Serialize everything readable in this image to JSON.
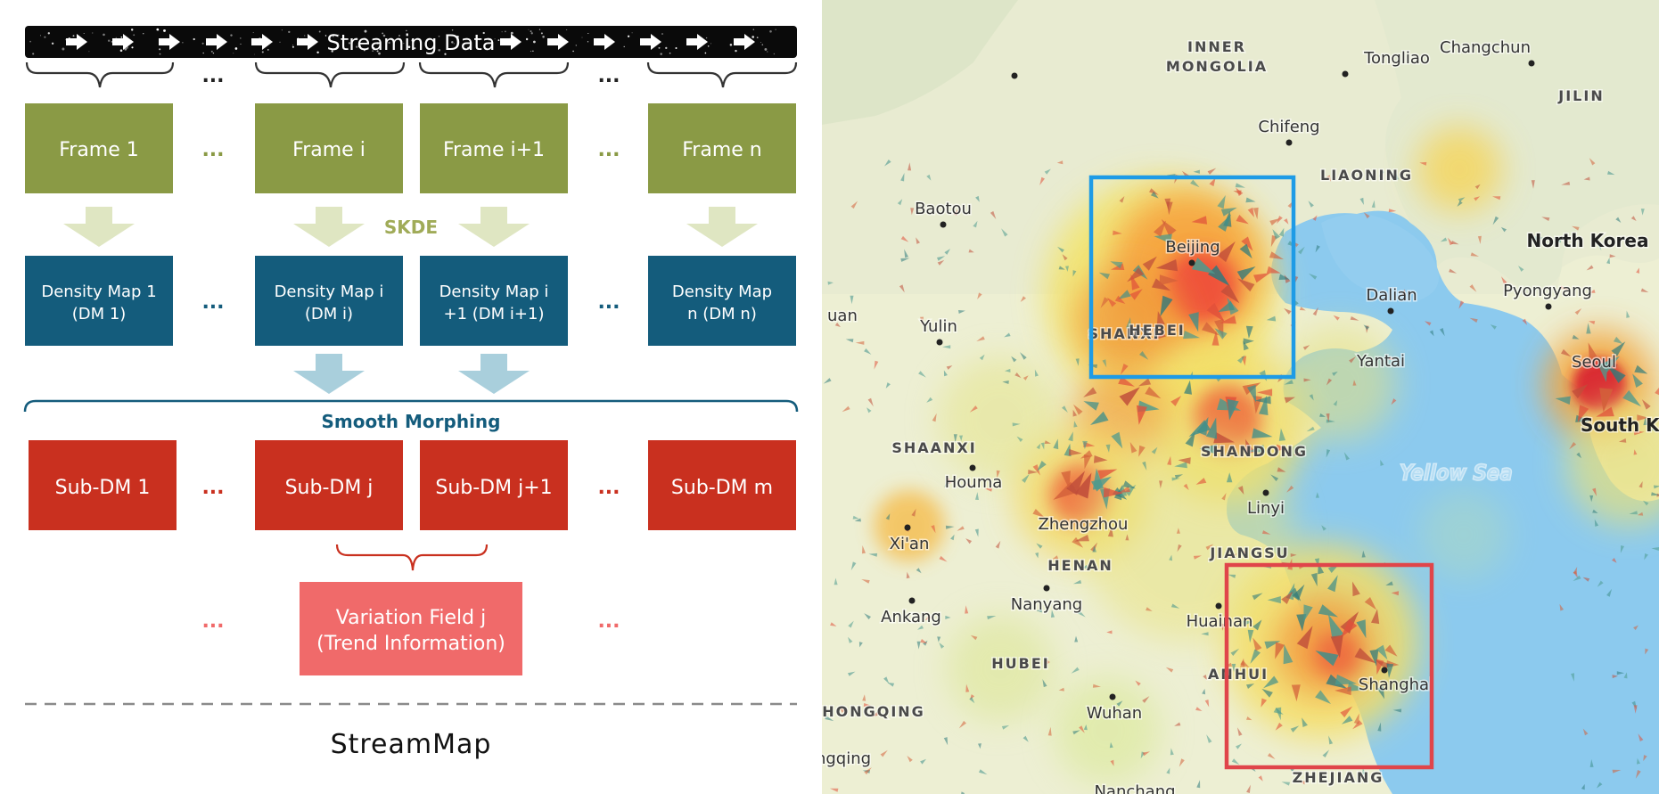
{
  "diagram": {
    "stream_label": "Streaming Data",
    "ellipsis": "...",
    "frames": [
      "Frame 1",
      "Frame i",
      "Frame i+1",
      "Frame n"
    ],
    "skde_label": "SKDE",
    "density_maps": [
      [
        "Density Map 1",
        "(DM 1)"
      ],
      [
        "Density Map i",
        "(DM i)"
      ],
      [
        "Density Map i",
        "+1 (DM i+1)"
      ],
      [
        "Density Map",
        "n (DM n)"
      ]
    ],
    "morph_label": "Smooth Morphing",
    "sub_dms": [
      "Sub-DM 1",
      "Sub-DM j",
      "Sub-DM j+1",
      "Sub-DM m"
    ],
    "variation_field": [
      "Variation Field j",
      "(Trend Information)"
    ],
    "footer_title": "StreamMap",
    "colors": {
      "frame": "#8a9a45",
      "density": "#145c7c",
      "sub_dm": "#c9301f",
      "variation": "#f06a6a",
      "skde_arrow": "#dfe6c2",
      "morph_arrow": "#a9cfdc",
      "bracket": "#333333"
    }
  },
  "map": {
    "labels": [
      {
        "text": "INNER",
        "kind": "region"
      },
      {
        "text": "MONGOLIA",
        "kind": "region"
      },
      {
        "text": "Tongliao",
        "kind": "city"
      },
      {
        "text": "Changchun",
        "kind": "city"
      },
      {
        "text": "JILIN",
        "kind": "region"
      },
      {
        "text": "Chifeng",
        "kind": "city"
      },
      {
        "text": "LIAONING",
        "kind": "region"
      },
      {
        "text": "Baotou",
        "kind": "city"
      },
      {
        "text": "Beijing",
        "kind": "city"
      },
      {
        "text": "North Korea",
        "kind": "country"
      },
      {
        "text": "Dalian",
        "kind": "city"
      },
      {
        "text": "Pyongyang",
        "kind": "city"
      },
      {
        "text": "Yulin",
        "kind": "city"
      },
      {
        "text": "SHANXI",
        "kind": "region"
      },
      {
        "text": "HEBEI",
        "kind": "region"
      },
      {
        "text": "Yantai",
        "kind": "city"
      },
      {
        "text": "Seoul",
        "kind": "city"
      },
      {
        "text": "South Ko",
        "kind": "country"
      },
      {
        "text": "SHAANXI",
        "kind": "region"
      },
      {
        "text": "SHANDONG",
        "kind": "region"
      },
      {
        "text": "Yellow Sea",
        "kind": "sea"
      },
      {
        "text": "Houma",
        "kind": "city"
      },
      {
        "text": "Zhengzhou",
        "kind": "city"
      },
      {
        "text": "Linyi",
        "kind": "city"
      },
      {
        "text": "Xi'an",
        "kind": "city"
      },
      {
        "text": "JIANGSU",
        "kind": "region"
      },
      {
        "text": "HENAN",
        "kind": "region"
      },
      {
        "text": "Nanyang",
        "kind": "city"
      },
      {
        "text": "Ankang",
        "kind": "city"
      },
      {
        "text": "Huainan",
        "kind": "city"
      },
      {
        "text": "HUBEI",
        "kind": "region"
      },
      {
        "text": "ANHUI",
        "kind": "region"
      },
      {
        "text": "Shanghai",
        "kind": "city"
      },
      {
        "text": "HONGQING",
        "kind": "region"
      },
      {
        "text": "Wuhan",
        "kind": "city"
      },
      {
        "text": "ngqing",
        "kind": "city"
      },
      {
        "text": "ZHEJIANG",
        "kind": "region"
      },
      {
        "text": "Nanchang",
        "kind": "city"
      },
      {
        "text": "uan",
        "kind": "city"
      }
    ],
    "highlight_colors": {
      "north": "#1e9be6",
      "south": "#e0454a"
    },
    "land_color": "#eef0d6",
    "sea_color": "#8ccaee"
  }
}
